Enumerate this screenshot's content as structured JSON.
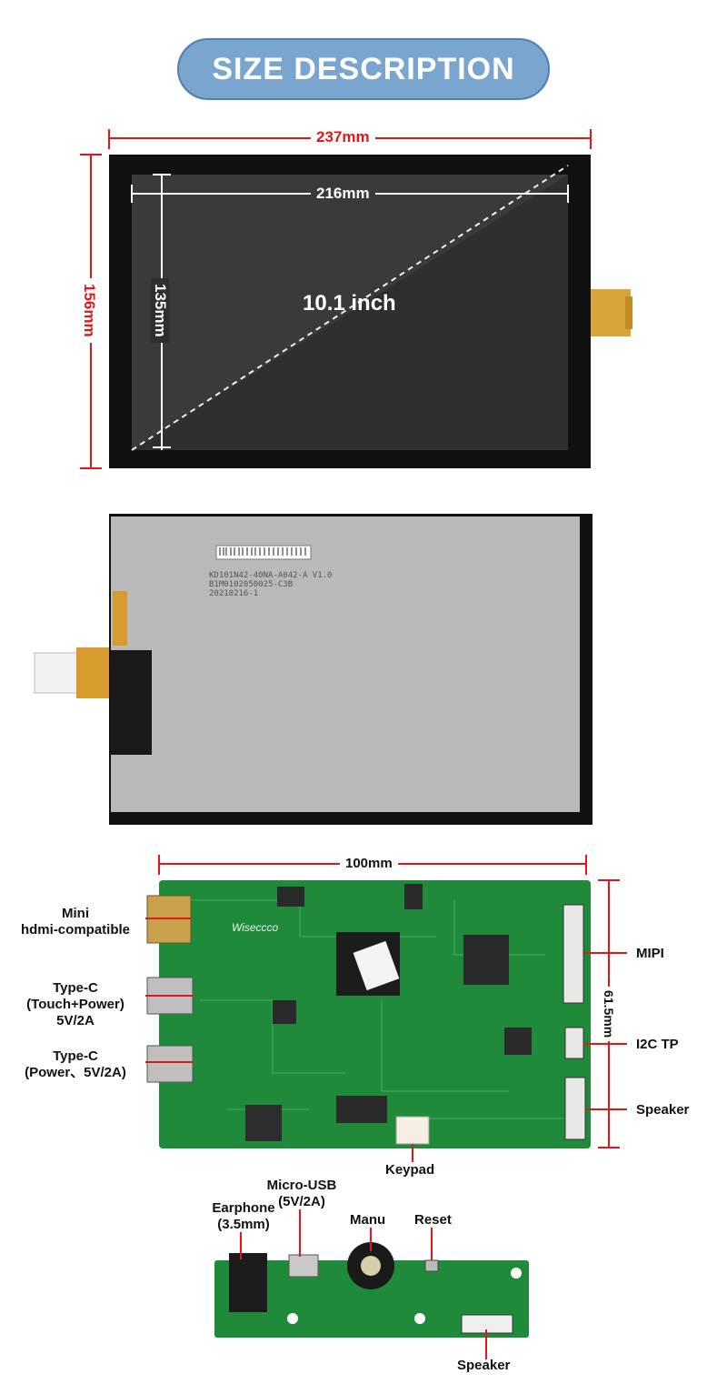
{
  "title": "SIZE DESCRIPTION",
  "front": {
    "width": "237mm",
    "height": "156mm",
    "active_width": "216mm",
    "active_height": "135mm",
    "diagonal": "10.1 inch"
  },
  "back": {
    "label_line1": "KD101N42-40NA-A042-A V1.0",
    "label_line2": "B1M0102050025-C3B",
    "label_line3": "20210216-1"
  },
  "board": {
    "width": "100mm",
    "height": "61.5mm",
    "silk": "Wiseccco",
    "left_labels": [
      "Mini\nhdmi-compatible",
      "Type-C\n(Touch+Power)\n5V/2A",
      "Type-C\n(Power、5V/2A)"
    ],
    "right_labels": [
      "MIPI",
      "I2C TP",
      "Speaker"
    ],
    "bottom_label": "Keypad"
  },
  "keypad_board": {
    "labels": [
      "Earphone\n(3.5mm)",
      "Micro-USB\n(5V/2A)",
      "Manu",
      "Reset"
    ],
    "bottom_label": "Speaker"
  },
  "colors": {
    "accent": "#e01818",
    "pill": "#7aa5cf",
    "pcb": "#1f8a3a"
  }
}
